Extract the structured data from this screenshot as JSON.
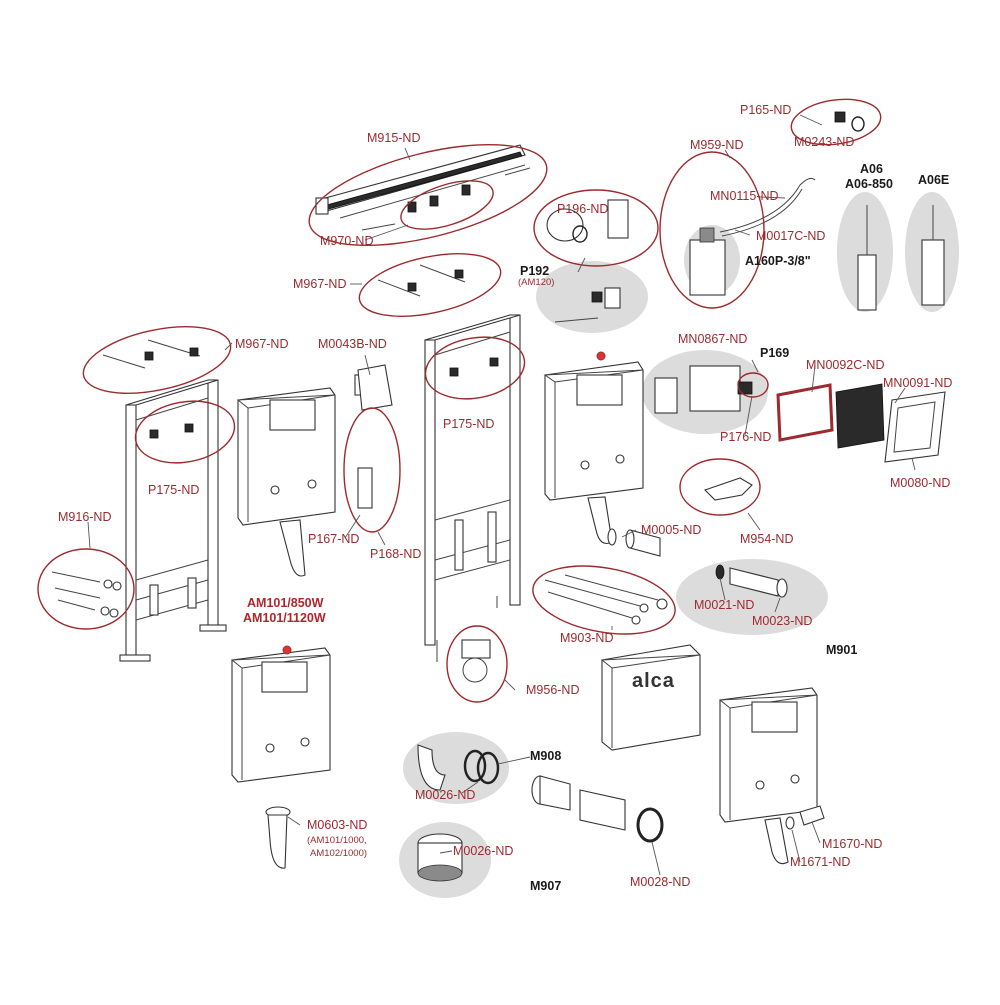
{
  "brand": "alca",
  "model_title": [
    "AM101/850W",
    "AM101/1120W"
  ],
  "parts": {
    "p165": "P165-ND",
    "m0243": "M0243-ND",
    "m959": "M959-ND",
    "a06": "A06",
    "a06_850": "A06-850",
    "a06e": "A06E",
    "m915": "M915-ND",
    "mn0115": "MN0115-ND",
    "m0017c": "M0017C-ND",
    "a160p": "A160P-3/8\"",
    "p196": "P196-ND",
    "m970": "M970-ND",
    "p192": "P192",
    "p192_note": "(AM120)",
    "m967_top": "M967-ND",
    "m967_left": "M967-ND",
    "m0043b": "M0043B-ND",
    "mn0867": "MN0867-ND",
    "p169": "P169",
    "mn0092c": "MN0092C-ND",
    "mn0091": "MN0091-ND",
    "p175_mid": "P175-ND",
    "p175_left": "P175-ND",
    "p176": "P176-ND",
    "m0080": "M0080-ND",
    "m916": "M916-ND",
    "p167": "P167-ND",
    "p168": "P168-ND",
    "m0005": "M0005-ND",
    "m954": "M954-ND",
    "m0021": "M0021-ND",
    "m0023": "M0023-ND",
    "m901": "M901",
    "m903": "M903-ND",
    "m956": "M956-ND",
    "m908": "M908",
    "m0026_a": "M0026-ND",
    "m0026_b": "M0026-ND",
    "m907": "M907",
    "m0603": "M0603-ND",
    "m0603_note1": "(AM101/1000,",
    "m0603_note2": "AM102/1000)",
    "m0028": "M0028-ND",
    "m1670": "M1670-ND",
    "m1671": "M1671-ND"
  },
  "colors": {
    "label": "#9c2a2e",
    "ring": "#9c2a2e",
    "title": "#b0252b",
    "group_shade": "#dcdcdc"
  }
}
